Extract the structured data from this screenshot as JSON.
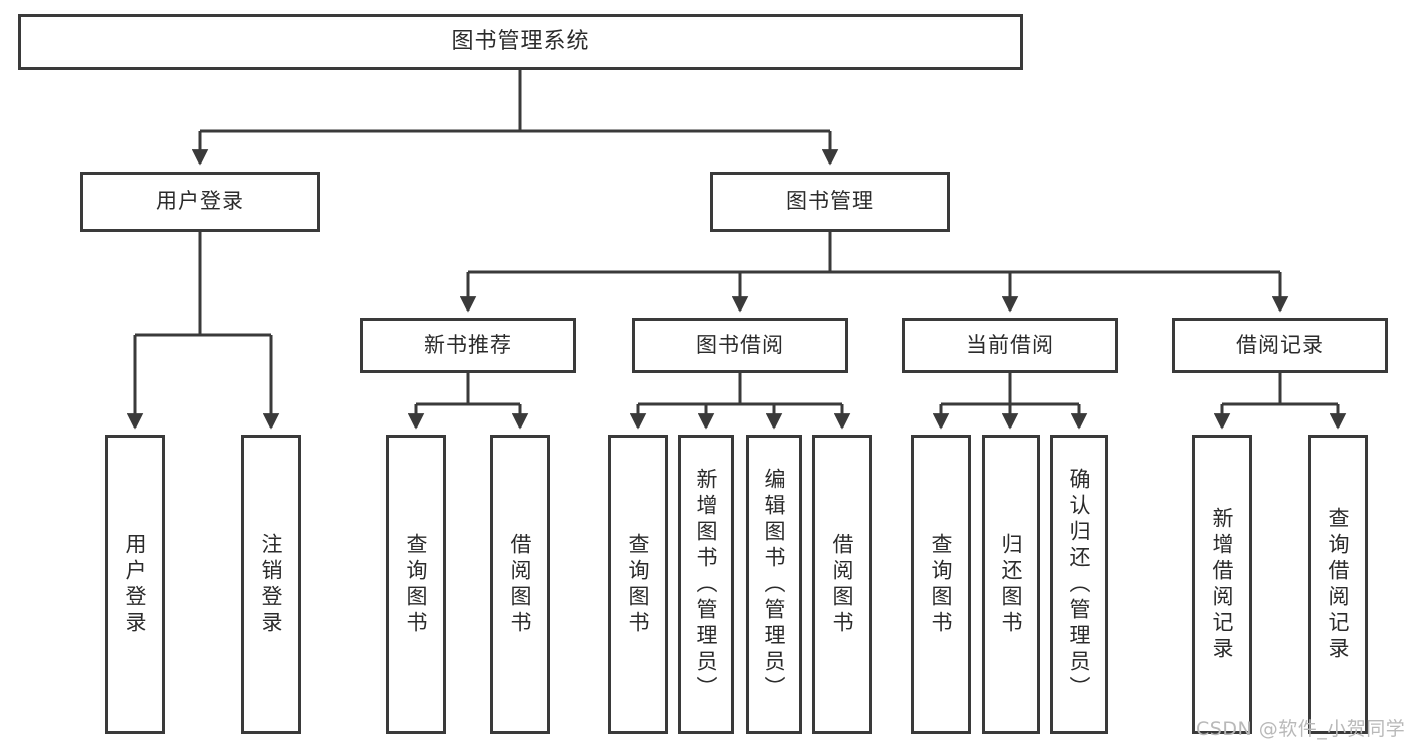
{
  "diagram": {
    "title": "图书管理系统",
    "type": "tree-hierarchy-chart",
    "orientation": "top-down",
    "colors": {
      "stroke": "#3a3a3a",
      "fill": "#ffffff",
      "text": "#2b2b2b",
      "watermark": "#b9b9b9",
      "background": "#ffffff"
    }
  },
  "nodes": {
    "root": {
      "label": "图书管理系统",
      "level": 1
    },
    "level2": [
      {
        "id": "user-login",
        "label": "用户登录",
        "level": 2
      },
      {
        "id": "book-manage",
        "label": "图书管理",
        "level": 2
      }
    ],
    "level3": [
      {
        "id": "new-book-recommend",
        "label": "新书推荐",
        "level": 3,
        "parent": "book-manage"
      },
      {
        "id": "book-borrow",
        "label": "图书借阅",
        "level": 3,
        "parent": "book-manage"
      },
      {
        "id": "current-borrow",
        "label": "当前借阅",
        "level": 3,
        "parent": "book-manage"
      },
      {
        "id": "borrow-record",
        "label": "借阅记录",
        "level": 3,
        "parent": "book-manage"
      }
    ],
    "leaves": [
      {
        "id": "leaf-user-login",
        "label": "用户登录",
        "parent": "user-login"
      },
      {
        "id": "leaf-user-logout",
        "label": "注销登录",
        "parent": "user-login"
      },
      {
        "id": "leaf-query-book-1",
        "label": "查询图书",
        "parent": "new-book-recommend"
      },
      {
        "id": "leaf-borrow-book-1",
        "label": "借阅图书",
        "parent": "new-book-recommend"
      },
      {
        "id": "leaf-query-book-2",
        "label": "查询图书",
        "parent": "book-borrow"
      },
      {
        "id": "leaf-add-book",
        "label": "新增图书（管理员）",
        "parent": "book-borrow"
      },
      {
        "id": "leaf-edit-book",
        "label": "编辑图书（管理员）",
        "parent": "book-borrow"
      },
      {
        "id": "leaf-borrow-book-2",
        "label": "借阅图书",
        "parent": "book-borrow"
      },
      {
        "id": "leaf-query-book-3",
        "label": "查询图书",
        "parent": "current-borrow"
      },
      {
        "id": "leaf-return-book",
        "label": "归还图书",
        "parent": "current-borrow"
      },
      {
        "id": "leaf-confirm-return",
        "label": "确认归还（管理员）",
        "parent": "current-borrow"
      },
      {
        "id": "leaf-add-record",
        "label": "新增借阅记录",
        "parent": "borrow-record"
      },
      {
        "id": "leaf-query-record",
        "label": "查询借阅记录",
        "parent": "borrow-record"
      }
    ]
  },
  "watermark": {
    "text": "CSDN @软件_小贺同学"
  }
}
